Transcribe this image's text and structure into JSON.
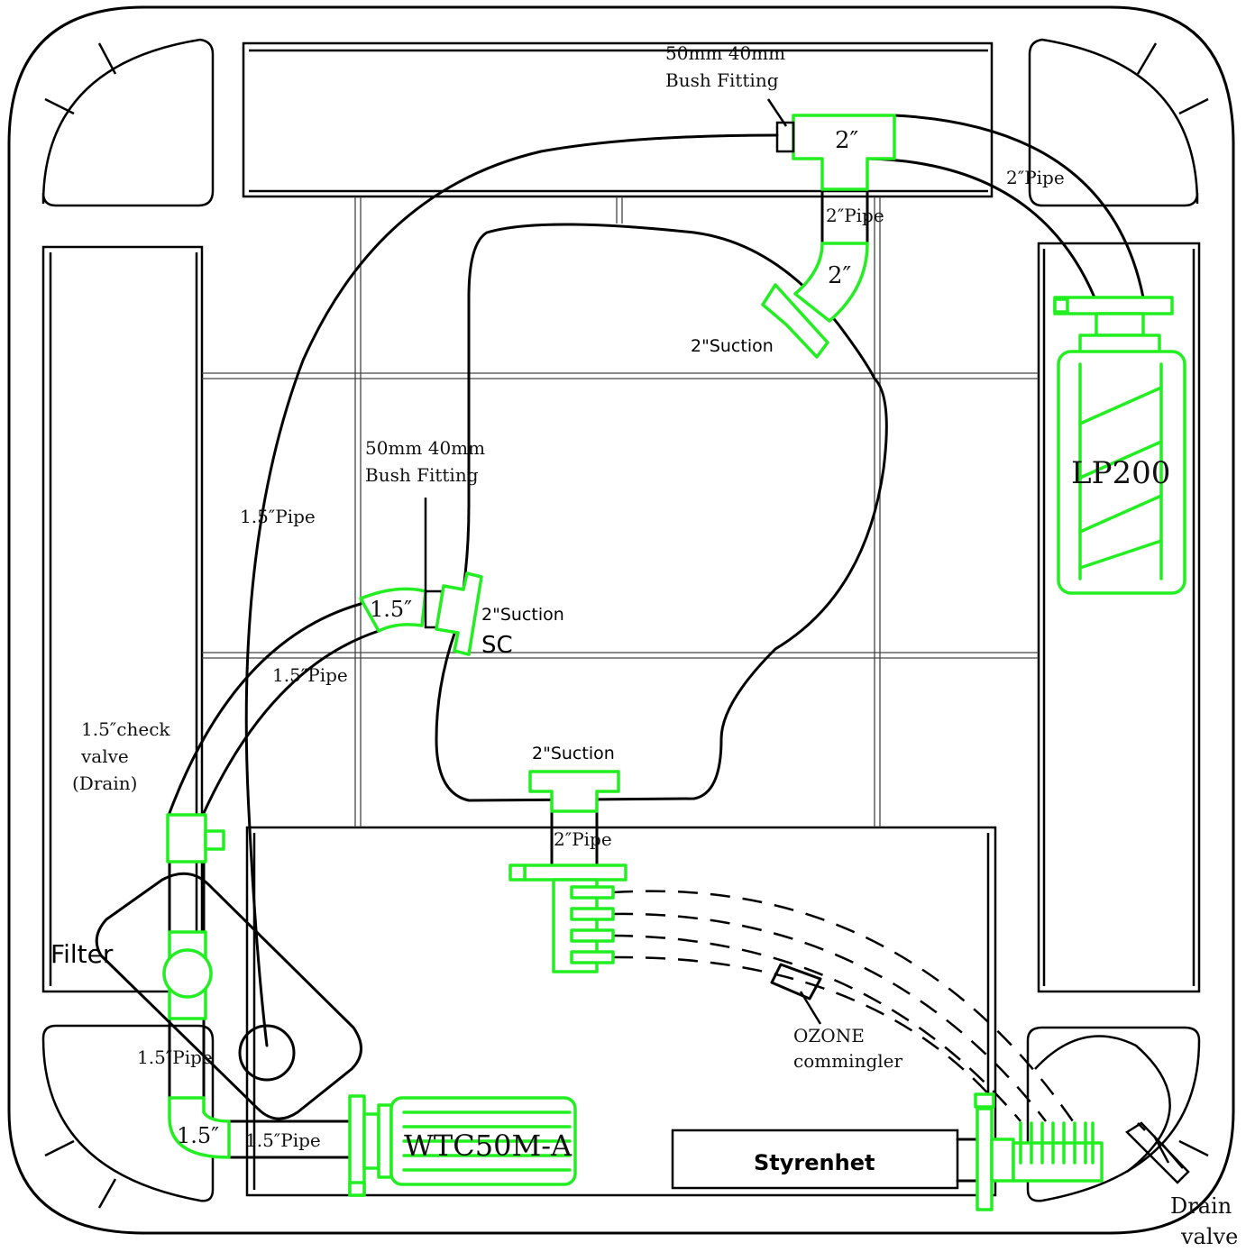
{
  "labels": {
    "bush_top": [
      "50mm 40mm",
      "Bush Fitting"
    ],
    "bush_mid": [
      "50mm 40mm",
      "Bush Fitting"
    ],
    "tee_top": "2″",
    "elbow_top": "2″",
    "pipe_top_right": "2″Pipe",
    "pipe_top_mid": "2″Pipe",
    "suction_top": "2\"Suction",
    "lp200": "LP200",
    "pipe_15_left": "1.5″Pipe",
    "elbow_15": "1.5″",
    "suction_mid": "2\"Suction",
    "sc": "SC",
    "pipe_15_mid": "1.5″Pipe",
    "check_valve": [
      "1.5″check",
      "valve",
      "(Drain)"
    ],
    "suction_bottom": "2\"Suction",
    "pipe_bottom": "2″Pipe",
    "filter": "Filter",
    "ozone": [
      "OZONE",
      "commingler"
    ],
    "pipe_15_filter": "1.5″Pipe",
    "elbow_15_bottom": "1.5″",
    "pipe_15_pump": "1.5″Pipe",
    "pump": "WTC50M-A",
    "control_unit": "Styrenhet",
    "drain_valve": [
      "Drain",
      "valve"
    ]
  },
  "colors": {
    "outline": "#000000",
    "fitting": "#22ee22",
    "background": "#ffffff"
  }
}
